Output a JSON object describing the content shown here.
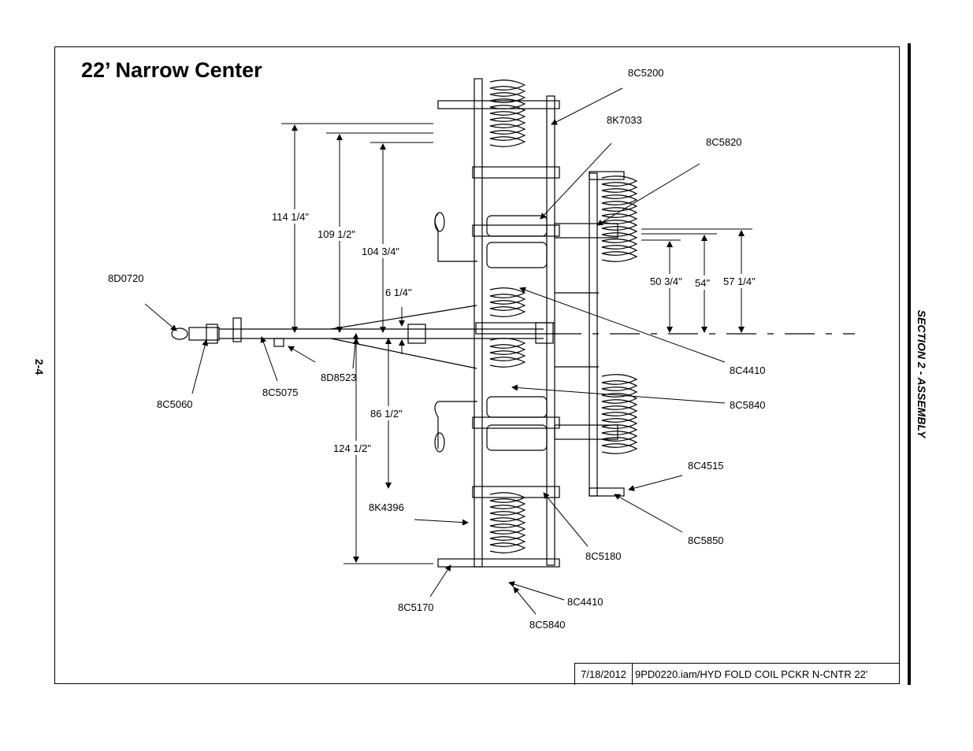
{
  "title": "22’ Narrow Center",
  "section_label": "SECTION 2 - ASSEMBLY",
  "page_number": "2-4",
  "title_block": {
    "date": "7/18/2012",
    "file": "9PD0220.iam/HYD FOLD COIL PCKR N-CNTR 22'"
  },
  "part_labels": {
    "p8C5200": "8C5200",
    "p8K7033": "8K7033",
    "p8C5820": "8C5820",
    "p8D0720": "8D0720",
    "p8C4410a": "8C4410",
    "p8C5840a": "8C5840",
    "p8D8523": "8D8523",
    "p8C5075": "8C5075",
    "p8C5060": "8C5060",
    "p8C4515": "8C4515",
    "p8K4396": "8K4396",
    "p8C5850": "8C5850",
    "p8C5180": "8C5180",
    "p8C5170": "8C5170",
    "p8C4410b": "8C4410",
    "p8C5840b": "8C5840"
  },
  "dimensions": {
    "d114": "114 1/4\"",
    "d109": "109 1/2\"",
    "d104": "104 3/4\"",
    "d6": "6 1/4\"",
    "d86": "86 1/2\"",
    "d124": "124 1/2\"",
    "d50": "50 3/4\"",
    "d54": "54\"",
    "d57": "57 1/4\""
  }
}
